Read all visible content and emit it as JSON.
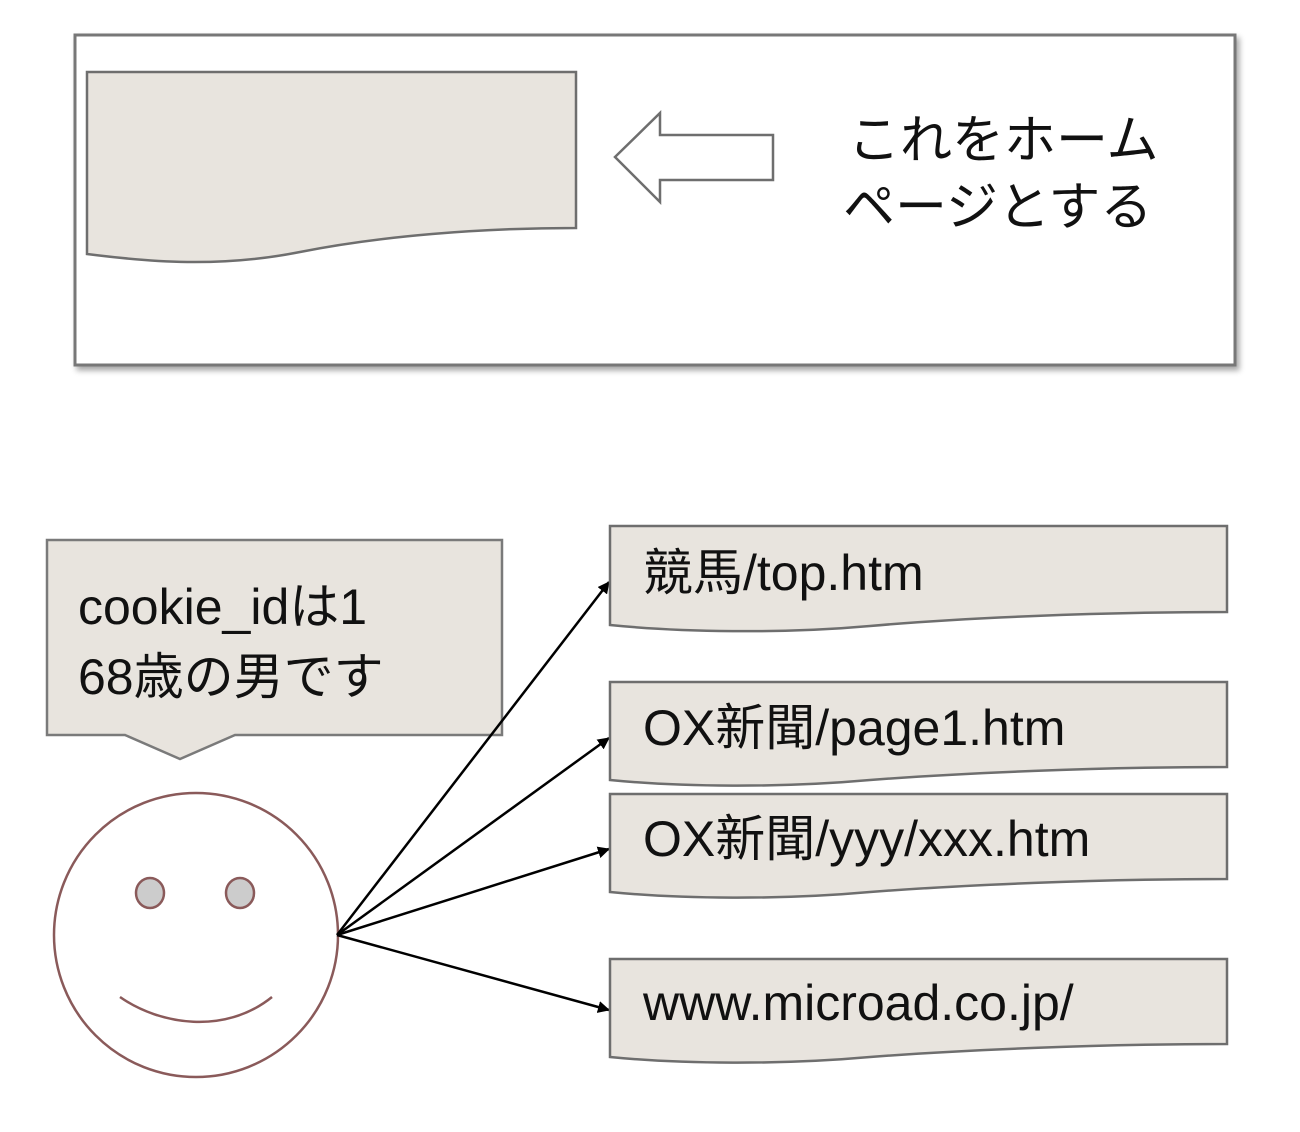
{
  "colors": {
    "doc_fill": "#e8e4de",
    "doc_stroke": "#6e6e6e",
    "frame_stroke": "#777777",
    "face_stroke": "#8a5a5a",
    "eye_fill": "#cccccc",
    "arrow_stroke": "#000000",
    "text": "#111111"
  },
  "homepage_panel": {
    "caption_lines": [
      "これをホーム",
      "ページとする"
    ],
    "arrow_icon": "left-block-arrow-icon"
  },
  "user": {
    "icon": "smiley-face-icon",
    "callout_lines": [
      "cookie_idは1",
      "68歳の男です"
    ]
  },
  "visited_pages": [
    {
      "label": "競馬/top.htm"
    },
    {
      "label": "OX新聞/page1.htm"
    },
    {
      "label": "OX新聞/yyy/xxx.htm"
    },
    {
      "label": "www.microad.co.jp/"
    }
  ]
}
